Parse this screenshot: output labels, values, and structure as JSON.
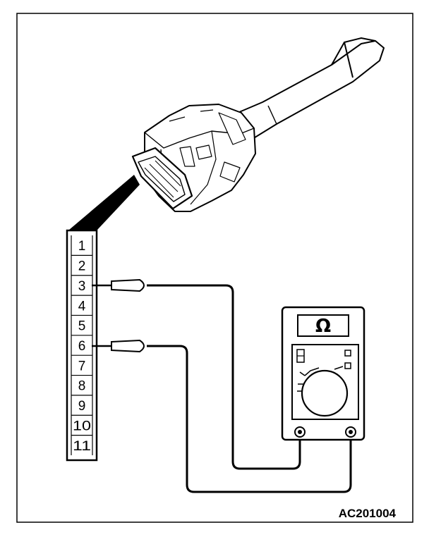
{
  "connector": {
    "pins": [
      "1",
      "2",
      "3",
      "4",
      "5",
      "6",
      "7",
      "8",
      "9",
      "10",
      "11"
    ]
  },
  "meter": {
    "symbol": "Ω"
  },
  "reference_code": "AC201004"
}
